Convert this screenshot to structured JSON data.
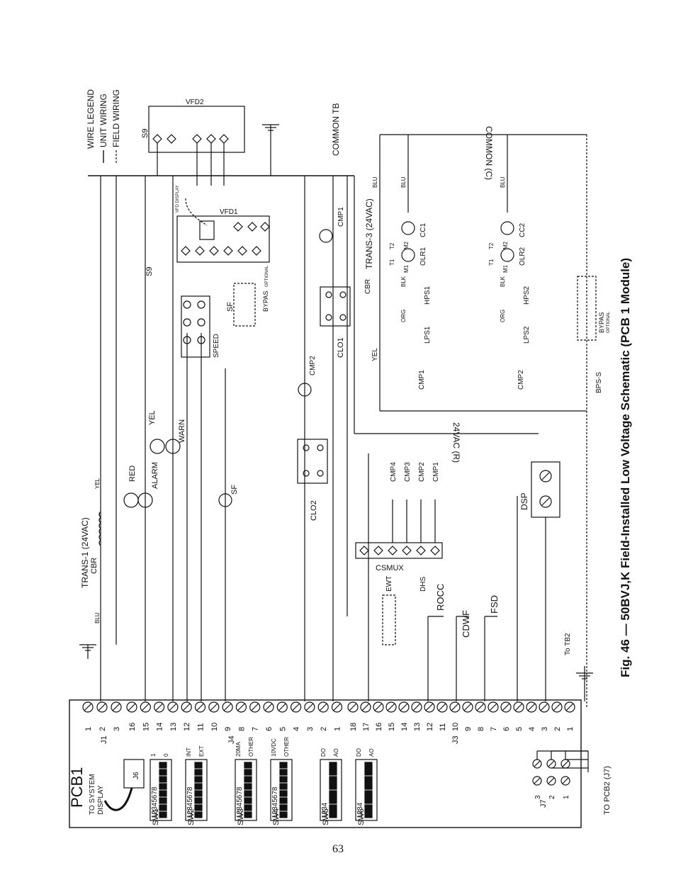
{
  "board": {
    "title": "PCB1"
  },
  "connectors": {
    "j1": "J1",
    "j3": "J3",
    "j4": "J4",
    "j6": "J6",
    "j7": "J7",
    "to_system_display": [
      "TO SYSTEM",
      "DISPLAY"
    ],
    "to_pcb2": "TO PCB2 (J7)",
    "j7_pins": [
      "3",
      "2",
      "1"
    ]
  },
  "switches": [
    {
      "name": "SW1",
      "digits": "12345678",
      "opt_top": "1",
      "opt_bottom": "0"
    },
    {
      "name": "SW2",
      "digits": "12345678",
      "opt_top": "INT",
      "opt_bottom": "EXT"
    },
    {
      "name": "SW3",
      "digits": "12345678",
      "opt_top": "20MA",
      "opt_bottom": "OTHER"
    },
    {
      "name": "SW4",
      "digits": "12345678",
      "opt_top": "10VDC",
      "opt_bottom": "OTHER"
    },
    {
      "name": "SW5",
      "digits": "1234",
      "opt_top": "DO",
      "opt_bottom": "AO"
    },
    {
      "name": "SW6",
      "digits": "1234",
      "opt_top": "DO",
      "opt_bottom": "AO"
    }
  ],
  "wire_legend": {
    "title": "WIRE LEGEND",
    "unit_wiring": "UNIT WIRING",
    "field_wiring": "FIELD WIRING"
  },
  "components": {
    "trans1": "TRANS-1 (24VAC)",
    "trans3": "TRANS-3 (24VAC)",
    "cbr": "CBR",
    "blu": "BLU",
    "yel": "YEL",
    "red": "RED",
    "alarm": "ALARM",
    "warn": "WARN",
    "sf": "SF",
    "speed": "SPEED",
    "s9": "S9",
    "vfd1": "VFD1",
    "vfd2": "VFD2",
    "vfd_display": "VFD DISPLAY",
    "bypass": "BYPAS",
    "optional": "OPTIONAL",
    "common_tb": "COMMON TB",
    "common_c": "COMMON (C)",
    "vac_r": "24VAC (R)",
    "cmp1": "CMP1",
    "cmp2": "CMP2",
    "cmp3": "CMP3",
    "cmp4": "CMP4",
    "clo1": "CLO1",
    "clo2": "CLO2",
    "csmux": "CSMUX",
    "dsp": "DSP",
    "ewt": "EWT",
    "dhs": "DHS",
    "rocc": "ROCC",
    "cdwf": "CDWF",
    "fsd": "FSD",
    "to_tb2": "To TB2",
    "cc1": "CC1",
    "cc2": "CC2",
    "olr1": "OLR1",
    "olr2": "OLR2",
    "hps1": "HPS1",
    "hps2": "HPS2",
    "lps1": "LPS1",
    "lps2": "LPS2",
    "bps_s": "BPS-S",
    "blk": "BLK",
    "org": "ORG",
    "t1": "T1",
    "t2": "T2",
    "m1": "M1",
    "m2": "M2"
  },
  "caption": "Fig. 46 — 50BVJ,K Field-Installed Low Voltage Schematic (PCB 1 Module)",
  "page_number": "63"
}
